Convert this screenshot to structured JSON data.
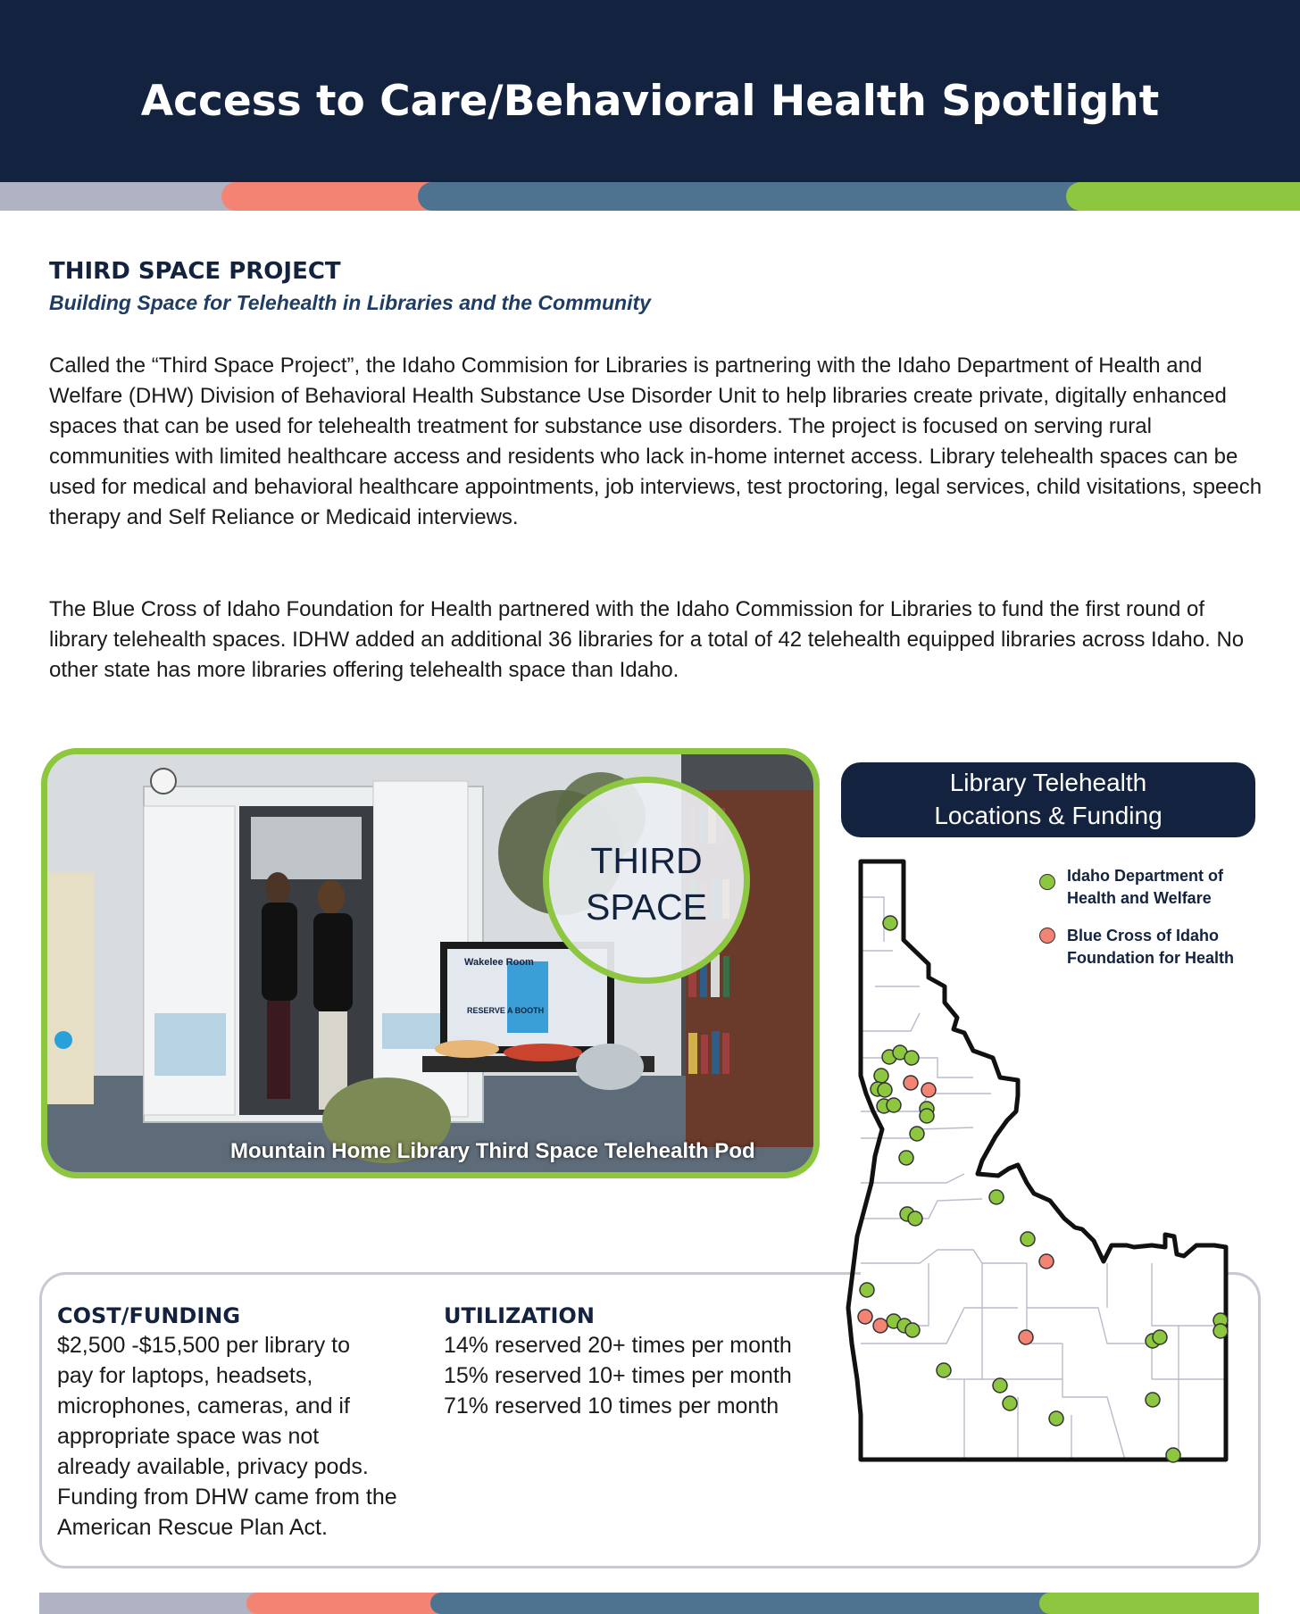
{
  "header": {
    "title": "Access to Care/Behavioral Health Spotlight"
  },
  "intro": {
    "section_title": "THIRD SPACE PROJECT",
    "subtitle": "Building Space for Telehealth in Libraries and the Community",
    "paragraph1": "Called the “Third Space Project”, the Idaho Commision for Libraries is partnering with the Idaho Department of Health and Welfare (DHW) Division of Behavioral Health Substance Use Disorder Unit to help libraries create private, digitally enhanced spaces that can be used for telehealth treatment for substance use disorders. The project is focused on serving rural communities with limited healthcare access and residents who lack in-home internet access. Library telehealth spaces can be used for medical and behavioral healthcare appointments, job interviews, test proctoring, legal services, child visitations, speech therapy and Self Reliance or Medicaid interviews.",
    "paragraph2": "The Blue Cross of Idaho Foundation for Health partnered with the Idaho Commission for Libraries to fund the first round of library telehealth spaces. IDHW added an additional 36 libraries for a total of 42 telehealth equipped libraries across Idaho. No other state has more libraries offering telehealth space than Idaho."
  },
  "photo": {
    "badge_line1": "THIRD",
    "badge_line2": "SPACE",
    "caption": "Mountain Home Library Third Space Telehealth Pod",
    "booth_sign": "Wakelee Room",
    "booth_sign2": "RESERVE A BOOTH"
  },
  "map": {
    "title_line1": "Library Telehealth",
    "title_line2": "Locations & Funding",
    "legend": [
      {
        "label_line1": "Idaho Department of",
        "label_line2": "Health and Welfare",
        "color": "#8dc63f"
      },
      {
        "label_line1": "Blue Cross of Idaho",
        "label_line2": "Foundation for Health",
        "color": "#f38473"
      }
    ]
  },
  "cost": {
    "title": "COST/FUNDING",
    "text": "$2,500 -$15,500 per library to\npay for laptops, headsets,\nmicrophones, cameras, and if\nappropriate space was not\nalready available, privacy pods.\nFunding from DHW came from the\nAmerican Rescue Plan Act."
  },
  "utilization": {
    "title": "UTILIZATION",
    "lines": [
      "14% reserved 20+ times per month",
      "15% reserved 10+ times per month",
      "71% reserved 10 times per month"
    ]
  },
  "colors": {
    "navy": "#13233f",
    "green": "#8dc63f",
    "salmon": "#f38473",
    "steel_blue": "#4e7390",
    "gray": "#b0b3c3"
  }
}
